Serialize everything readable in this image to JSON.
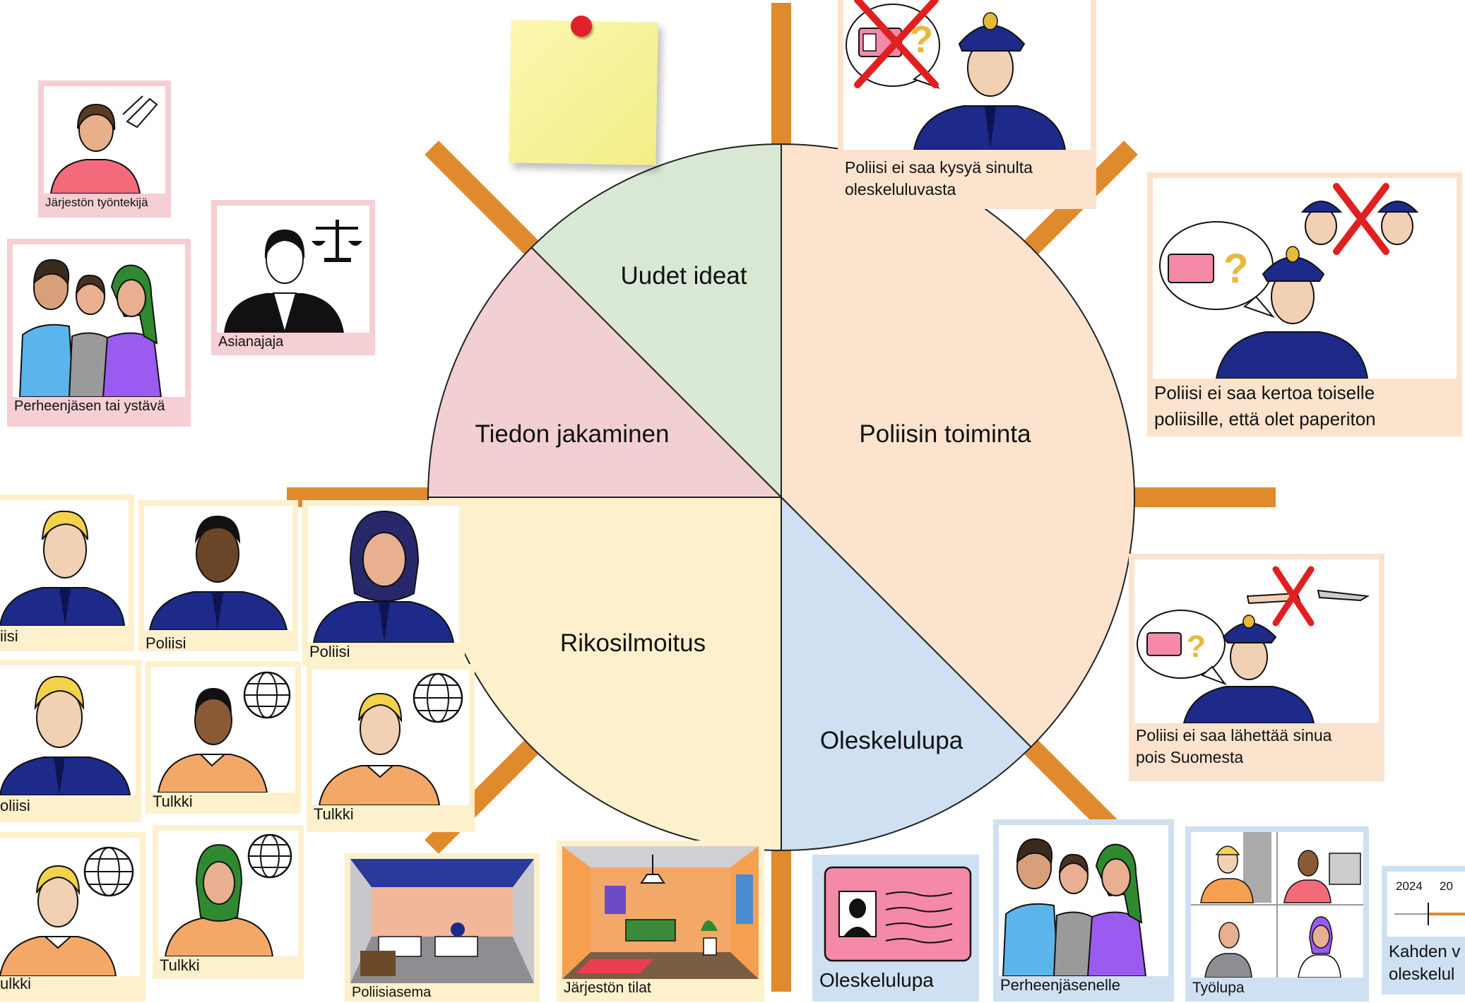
{
  "wheel": {
    "sectors": [
      {
        "label": "Uudet ideat",
        "color": "#d8e8d4"
      },
      {
        "label": "Poliisin toiminta",
        "color": "#fbe3cd"
      },
      {
        "label": "Oleskelulupa",
        "color": "#cfe0f2"
      },
      {
        "label": "Rikosilmoitus",
        "color": "#fdf0cc"
      },
      {
        "label": "Tiedon jakaminen",
        "color": "#f2cfd2"
      }
    ],
    "spoke_color": "#e08a2e"
  },
  "cards": {
    "jarjeston_tyontekija": {
      "caption": "Järjestön työntekijä"
    },
    "asianajaja": {
      "caption": "Asianajaja"
    },
    "perheenjasen_tai_ystava": {
      "caption": "Perheenjäsen tai ystävä"
    },
    "police_ask": {
      "caption_1": "Poliisi ei saa kysyä sinulta",
      "caption_2": "oleskeluluvasta"
    },
    "police_tell": {
      "caption_1": "Poliisi ei saa kertoa toiselle",
      "caption_2": "poliisille, että olet paperiton"
    },
    "police_deport": {
      "caption_1": "Poliisi ei saa lähettää sinua",
      "caption_2": "pois Suomesta"
    },
    "poliisi_1": {
      "caption": "iisi"
    },
    "poliisi_2": {
      "caption": "Poliisi"
    },
    "poliisi_3": {
      "caption": "Poliisi"
    },
    "poliisi_4": {
      "caption": "oliisi"
    },
    "tulkki_1": {
      "caption": "Tulkki"
    },
    "tulkki_2": {
      "caption": "Tulkki"
    },
    "tulkki_3": {
      "caption": "ulkki"
    },
    "tulkki_4": {
      "caption": "Tulkki"
    },
    "poliisiasema": {
      "caption": "Poliisiasema"
    },
    "jarjeston_tilat": {
      "caption": "Järjestön tilat"
    },
    "oleskelulupa": {
      "caption": "Oleskelulupa"
    },
    "perheenjasenelle": {
      "caption": "Perheenjäsenelle"
    },
    "tyolupa": {
      "caption": "Työlupa"
    },
    "kahden_vuoden": {
      "caption_1": "Kahden v",
      "caption_2": "oleskelul",
      "year_1": "2024",
      "year_2": "20"
    }
  },
  "colors": {
    "police_navy": "#1d2a8a",
    "badge_gold": "#e8b83a",
    "cross_red": "#e02020",
    "interpreter_orange": "#f4a868",
    "permit_pink": "#f58aa8"
  }
}
